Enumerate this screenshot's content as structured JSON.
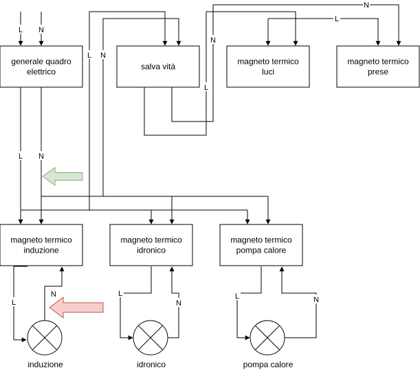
{
  "boxes": {
    "generale": [
      "generale quadro",
      "elettrico"
    ],
    "salva": [
      "salva vità"
    ],
    "luci": [
      "magneto termico",
      "luci"
    ],
    "prese": [
      "magneto termico",
      "prese"
    ],
    "induzione": [
      "magneto termico",
      "induzione"
    ],
    "idronico": [
      "magneto termico",
      "idronico"
    ],
    "pompa": [
      "magneto termico",
      "pompa calore"
    ]
  },
  "wire_labels": {
    "L": "L",
    "N": "N"
  },
  "loads": {
    "induzione": "induzione",
    "idronico": "idronico",
    "pompa": "pompa calore"
  },
  "colors": {
    "line": "#000000",
    "green_arrow_fill": "#d5e8d4",
    "green_arrow_stroke": "#82b366",
    "red_arrow_fill": "#f8cecc",
    "red_arrow_stroke": "#b85450"
  }
}
